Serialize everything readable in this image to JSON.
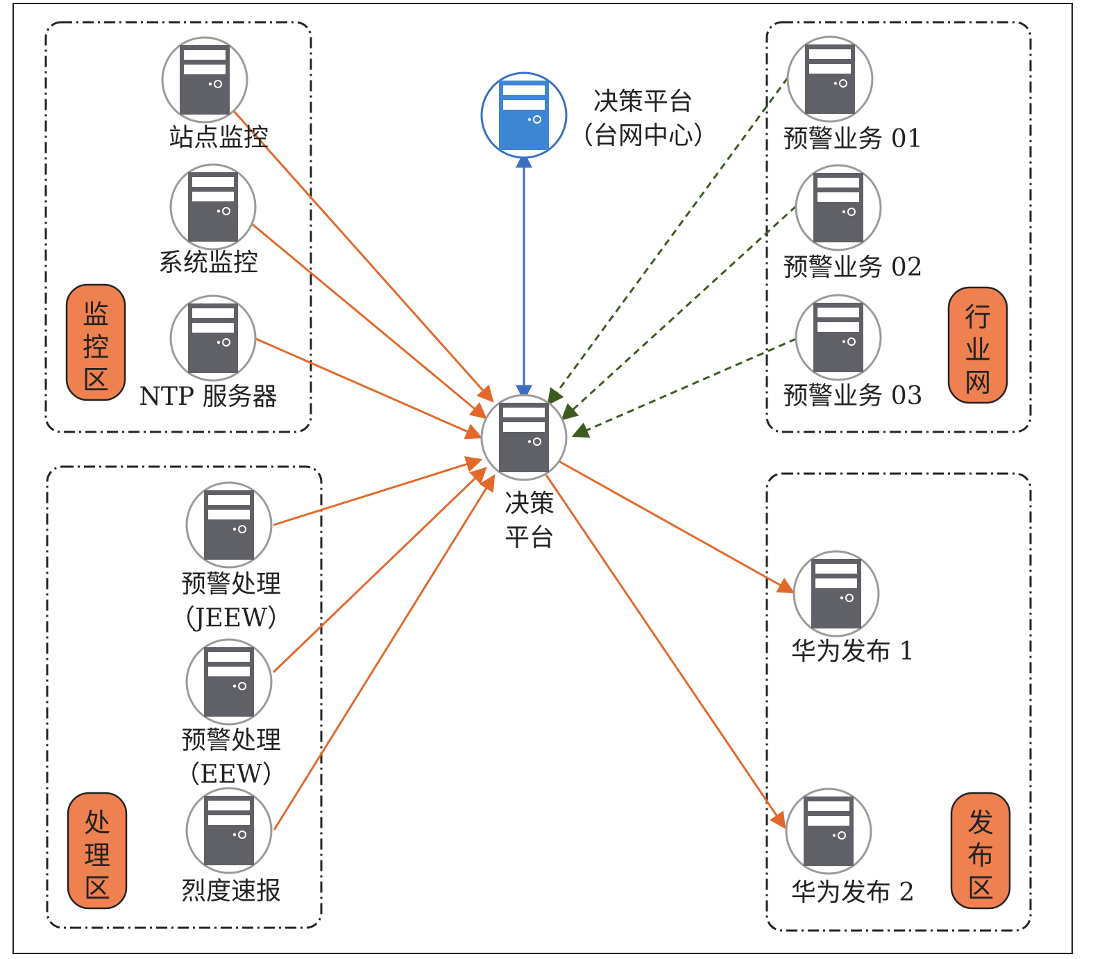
{
  "colors": {
    "orange_arrow": "#e2692a",
    "green_dashed": "#3d5a1f",
    "blue_arrow": "#3a6fc4",
    "server_gray": "#606166",
    "server_blue": "#3d86d4",
    "zone_badge": "#ef8150"
  },
  "zones": {
    "monitor": "监\n控\n区",
    "industry": "行\n业\n网",
    "process": "处\n理\n区",
    "publish": "发\n布\n区"
  },
  "nodes": {
    "site_monitor": "站点监控",
    "system_monitor": "系统监控",
    "ntp_server": "NTP 服务器",
    "jeew_1": "预警处理",
    "jeew_2": "（JEEW）",
    "eew_1": "预警处理",
    "eew_2": "（EEW）",
    "intensity_report": "烈度速报",
    "warn_01": "预警业务 01",
    "warn_02": "预警业务 02",
    "warn_03": "预警业务 03",
    "huawei_1": "华为发布 1",
    "huawei_2": "华为发布 2",
    "center_1": "决策",
    "center_2": "平台",
    "top_1": "决策平台",
    "top_2": "（台网中心）"
  }
}
